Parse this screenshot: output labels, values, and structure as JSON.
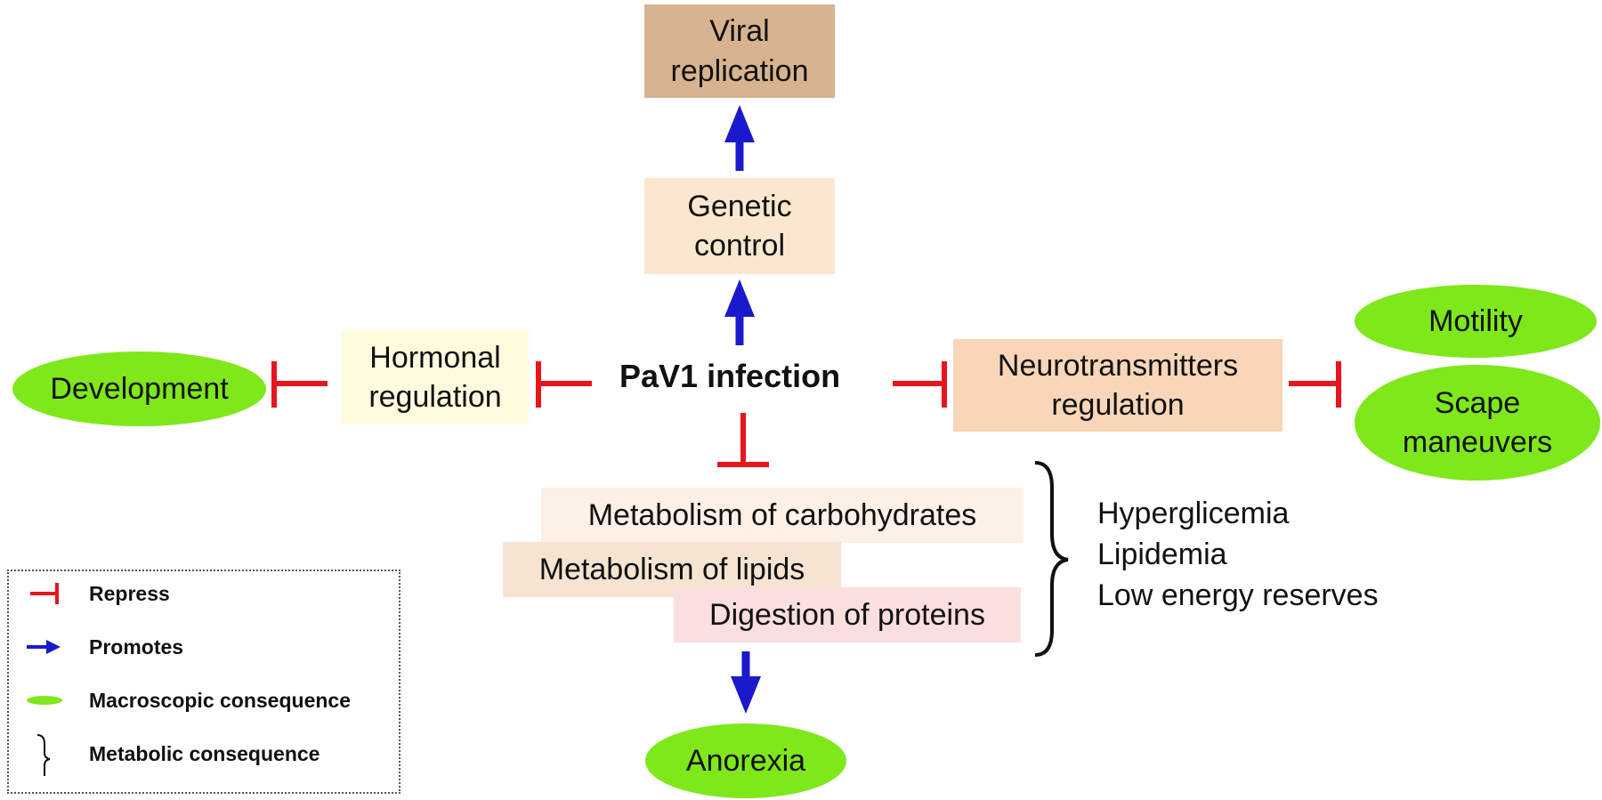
{
  "center": "PaV1 infection",
  "viral_replication": "Viral\nreplication",
  "genetic_control": "Genetic\ncontrol",
  "hormonal_regulation": "Hormonal\nregulation",
  "neurotransmitters_regulation": "Neurotransmitters\nregulation",
  "development": "Development",
  "motility": "Motility",
  "scape_maneuvers": "Scape\nmaneuvers",
  "anorexia": "Anorexia",
  "metabolism_carbohydrates": "Metabolism of carbohydrates",
  "metabolism_lipids": "Metabolism of lipids",
  "digestion_proteins": "Digestion of proteins",
  "metabolic_consequences": [
    "Hyperglicemia",
    "Lipidemia",
    "Low energy reserves"
  ],
  "legend": [
    {
      "symbol": "repress",
      "label": "Repress"
    },
    {
      "symbol": "promotes",
      "label": "Promotes"
    },
    {
      "symbol": "ellipse",
      "label": "Macroscopic consequence"
    },
    {
      "symbol": "brace",
      "label": "Metabolic consequence"
    }
  ],
  "colors": {
    "repress": "#e8141e",
    "promote": "#1a1acc",
    "ellipse": "#7ee81b",
    "viral_box": "#d7b48f",
    "genetic_box": "#fbe6cf",
    "hormonal_box": "#fefbdf",
    "neuro_box": "#f9d6b8",
    "carb_box": "#fdf0e6",
    "lipid_box": "#f6e4d1",
    "protein_box": "#fbdede"
  }
}
